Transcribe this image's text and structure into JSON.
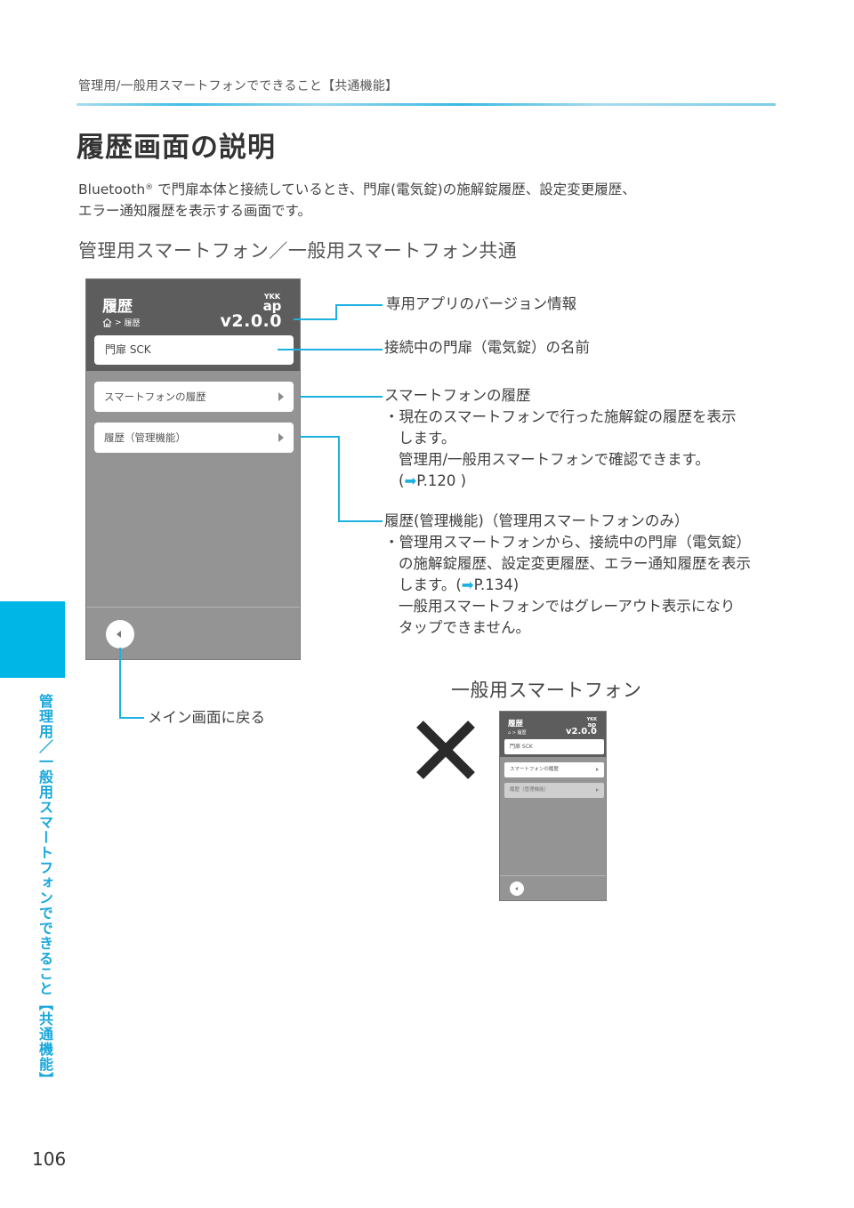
{
  "header": {
    "running_title": "管理用/一般用スマートフォンでできること【共通機能】"
  },
  "page": {
    "title": "履歴画面の説明",
    "intro_line1_pre": "Bluetooth",
    "intro_reg_mark": "®",
    "intro_line1_post": " で門扉本体と接続しているとき、門扉(電気錠)の施解錠履歴、設定変更履歴、",
    "intro_line2": "エラー通知履歴を表示する画面です。",
    "section_title": "管理用スマートフォン／一般用スマートフォン共通"
  },
  "phone_screen": {
    "title": "履歴",
    "breadcrumb_home_icon": "home-icon",
    "breadcrumb_separator": ">",
    "breadcrumb_current": "履歴",
    "logo_top": "YKK",
    "logo_bottom": "ap",
    "version": "v2.0.0",
    "door_name": "門扉 SCK",
    "menu_items": [
      {
        "label": "スマートフォンの履歴",
        "icon": "chevron-right-icon"
      },
      {
        "label": "履歴（管理機能）",
        "icon": "chevron-right-icon"
      }
    ],
    "back_icon": "back-arrow-icon"
  },
  "callouts": {
    "version": "専用アプリのバージョン情報",
    "door_name": "接続中の門扉（電気錠）の名前",
    "smartphone_history": {
      "heading": "スマートフォンの履歴",
      "bullet": "・現在のスマートフォンで行った施解錠の履歴を表示",
      "line2": "します。",
      "line3": "管理用/一般用スマートフォンで確認できます。",
      "ref_open": "(",
      "ref_arrow": "➡",
      "ref_page": "P.120 )"
    },
    "admin_history": {
      "heading": "履歴(管理機能)（管理用スマートフォンのみ）",
      "bullet": "・管理用スマートフォンから、接続中の門扉（電気錠）",
      "line2": "の施解錠履歴、設定変更履歴、エラー通知履歴を表示",
      "line3_pre": "します。(",
      "ref_arrow": "➡",
      "ref_page": "P.134)",
      "line4": "一般用スマートフォンではグレーアウト表示になり",
      "line5": "タップできません。"
    },
    "back": "メイン画面に戻る"
  },
  "general_phone": {
    "title": "一般用スマートフォン",
    "screen": {
      "title": "履歴",
      "breadcrumb": "⌂ > 履歴",
      "logo_top": "YKK",
      "logo_bottom": "ap",
      "version": "v2.0.0",
      "door_name": "門扉 SCK",
      "menu_items": [
        {
          "label": "スマートフォンの履歴",
          "state": "enabled"
        },
        {
          "label": "履歴（管理機能）",
          "state": "disabled"
        }
      ]
    },
    "mark": "cross-icon"
  },
  "side_tab": {
    "text": "管理用／一般用スマートフォンでできること【共通機能】",
    "color": "#00b6e6"
  },
  "footer": {
    "page_number": "106"
  },
  "colors": {
    "accent": "#1db1e2",
    "phone_header": "#5d5d5d",
    "phone_body": "#949494"
  }
}
